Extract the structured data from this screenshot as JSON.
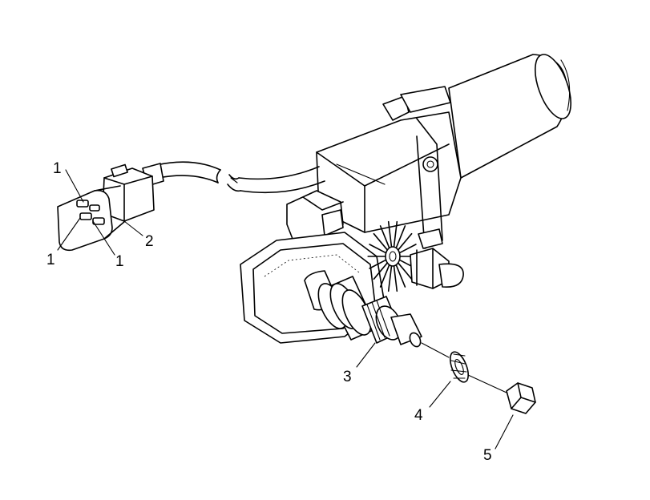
{
  "callouts": {
    "c1a": "1",
    "c1b": "1",
    "c1c": "1",
    "c2": "2",
    "c3": "3",
    "c4": "4",
    "c5": "5"
  }
}
